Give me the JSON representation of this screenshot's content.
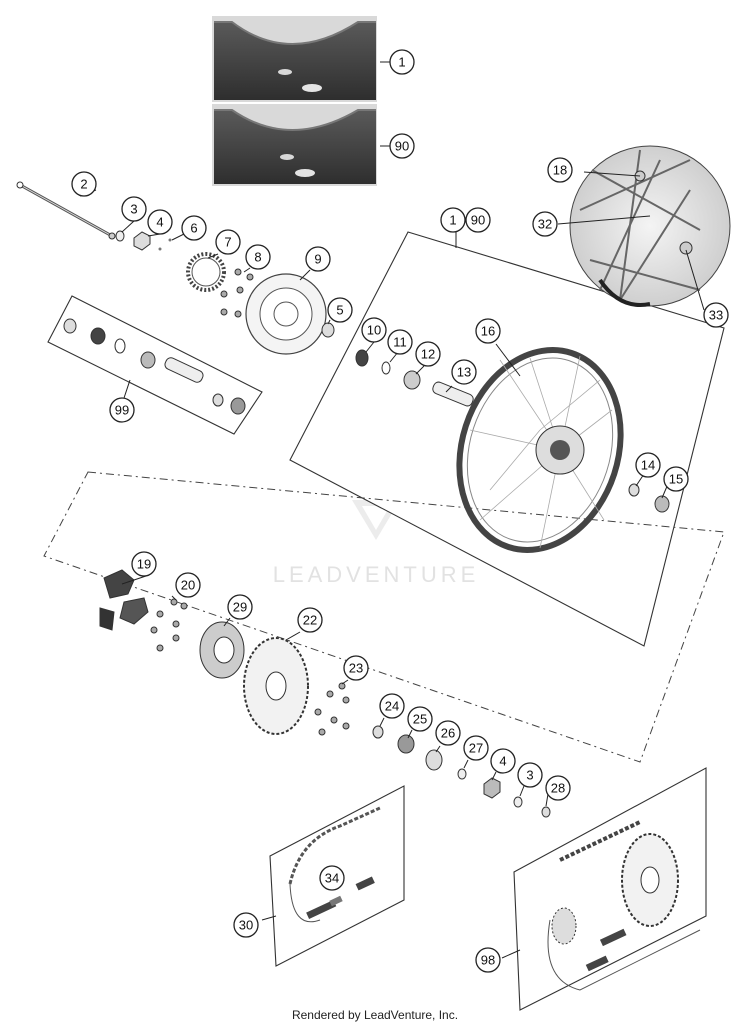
{
  "callouts": {
    "c1": "1",
    "c90": "90",
    "c2": "2",
    "c3a": "3",
    "c4a": "4",
    "c6": "6",
    "c7": "7",
    "c8": "8",
    "c9": "9",
    "c5": "5",
    "c10": "10",
    "c11": "11",
    "c12": "12",
    "c13": "13",
    "c16": "16",
    "c1b": "1",
    "c90b": "90",
    "c18": "18",
    "c32": "32",
    "c33": "33",
    "c14": "14",
    "c15": "15",
    "c99": "99",
    "c19": "19",
    "c20": "20",
    "c29": "29",
    "c22": "22",
    "c23": "23",
    "c24": "24",
    "c25": "25",
    "c26": "26",
    "c27": "27",
    "c4b": "4",
    "c3b": "3",
    "c28": "28",
    "c34": "34",
    "c30": "30",
    "c98": "98"
  },
  "watermark": "LEADVENTURE",
  "footer": "Rendered by LeadVenture, Inc."
}
